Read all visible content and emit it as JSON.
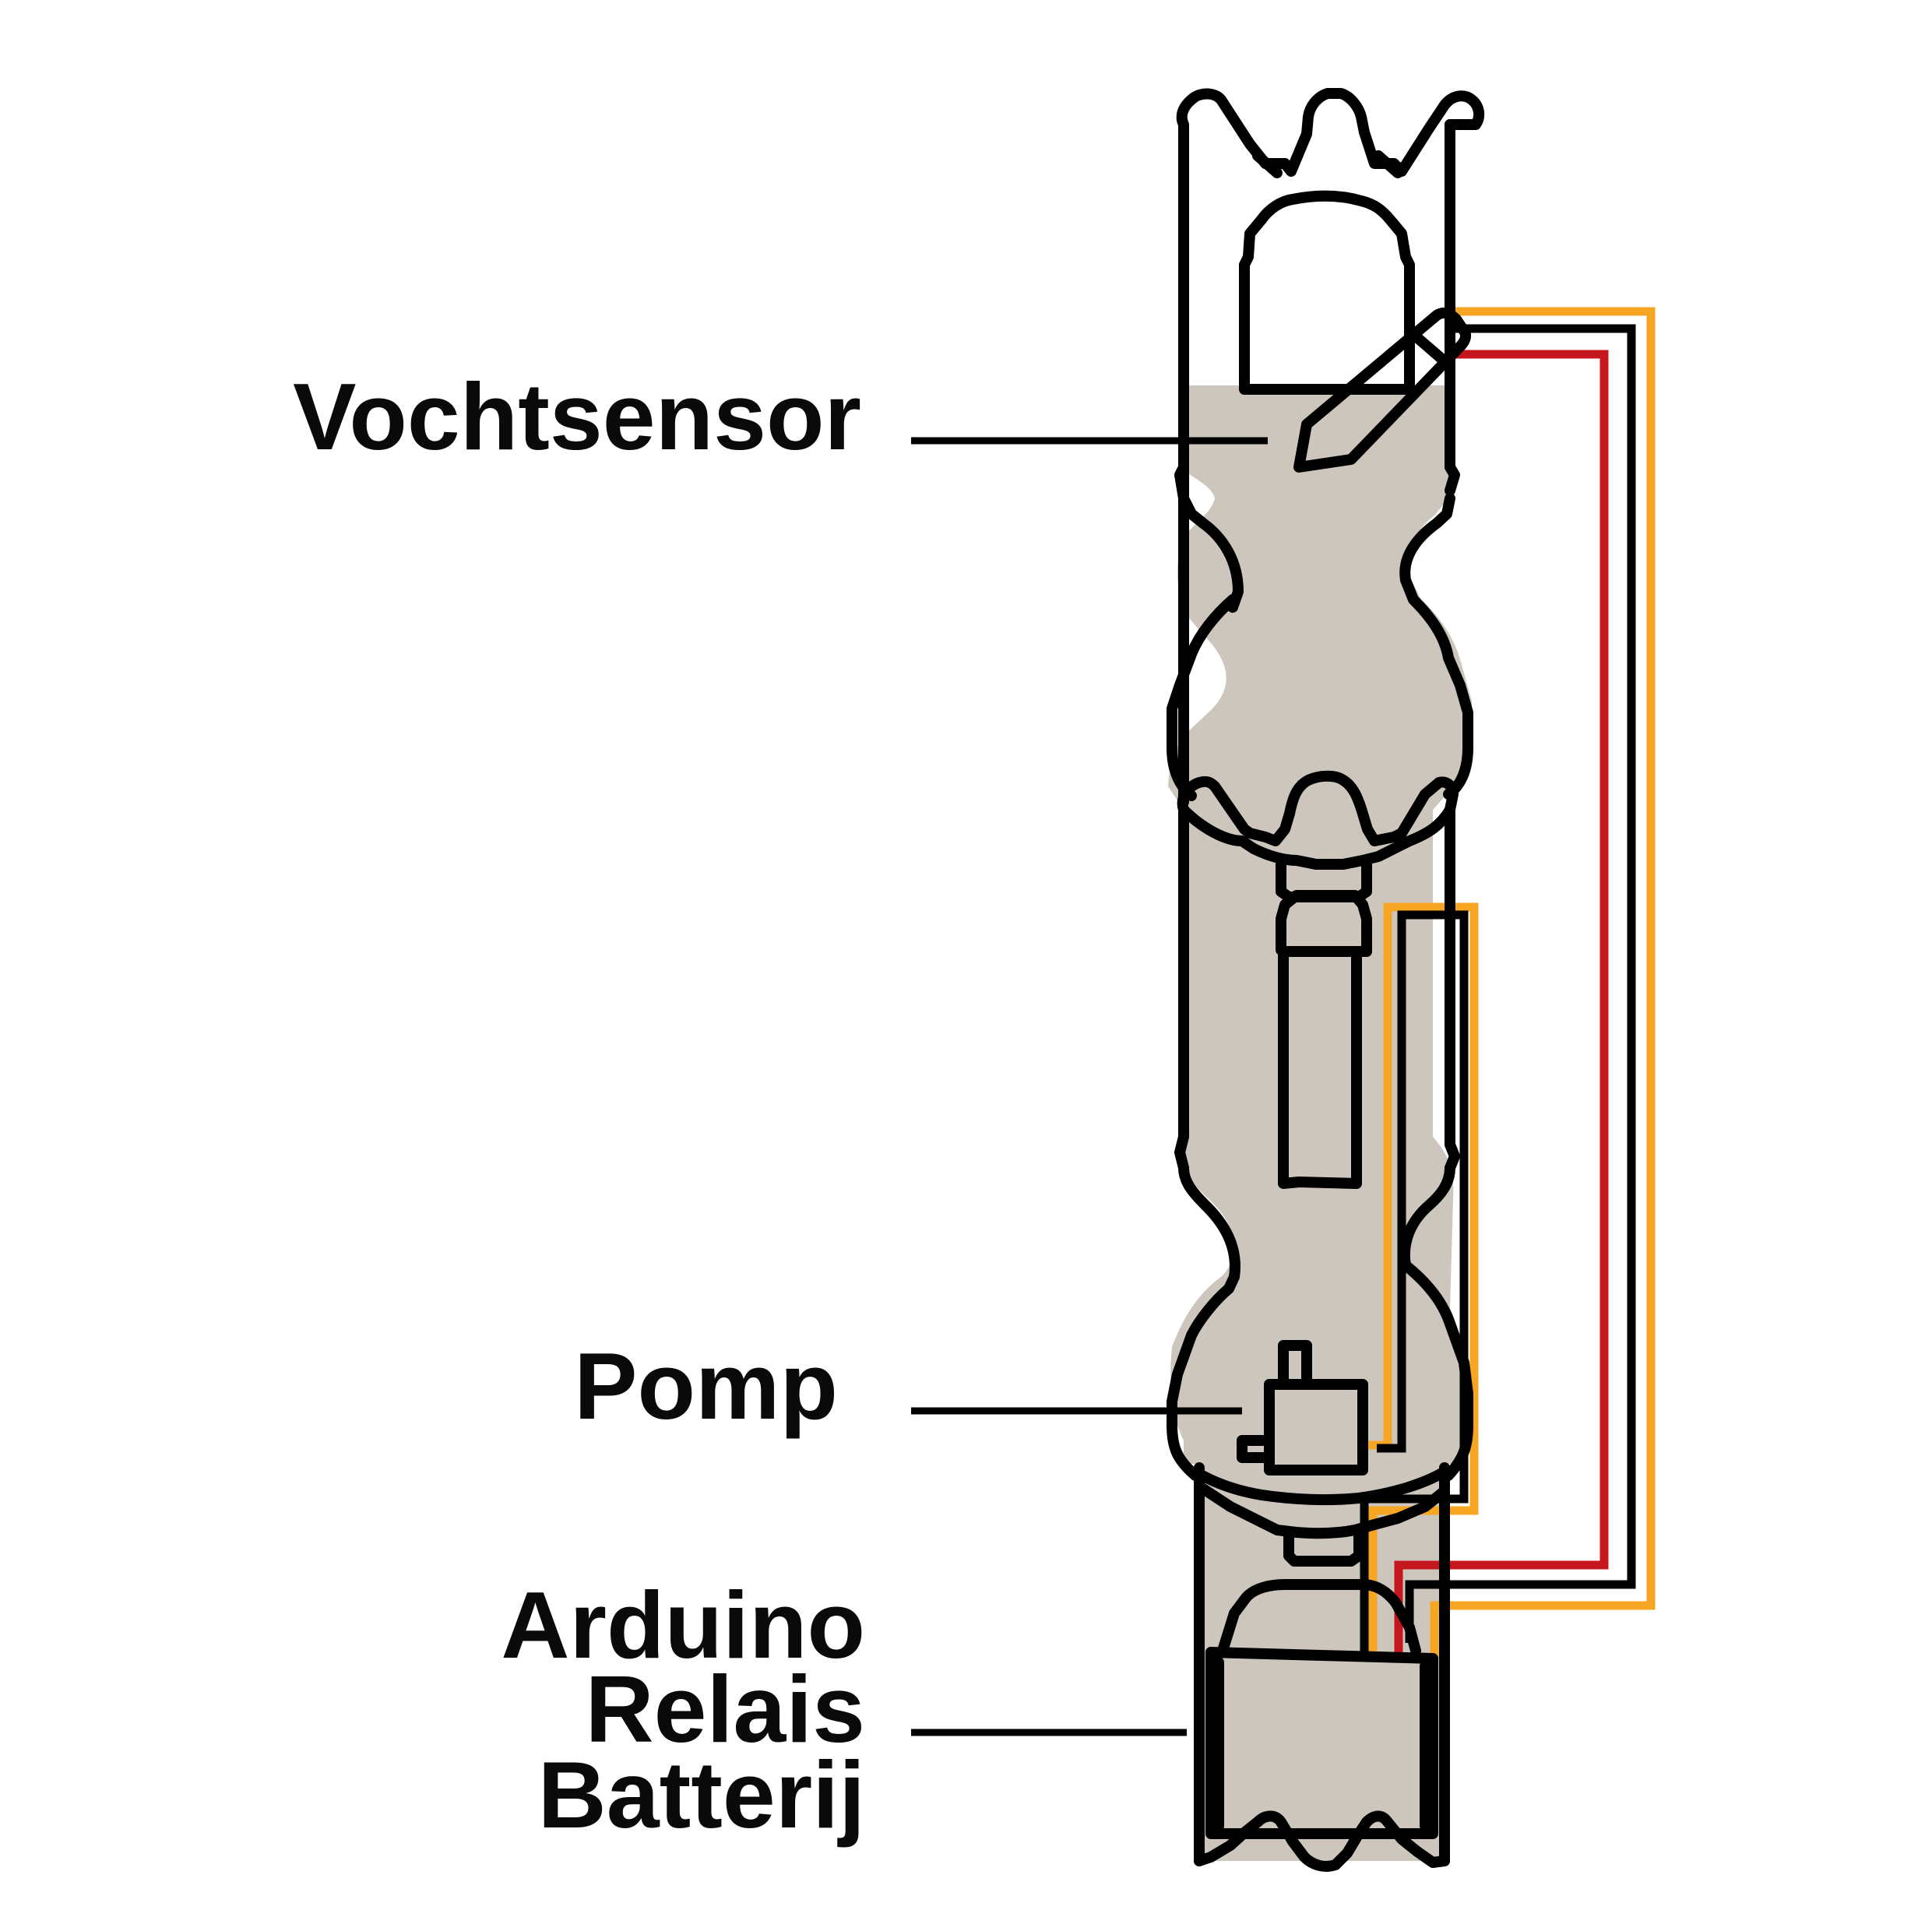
{
  "labels": {
    "sensor": "Vochtsensor",
    "pump": "Pomp",
    "electronics": [
      "Arduino",
      "Relais",
      "Batterij"
    ]
  },
  "colors": {
    "fill": "#cdc6bc",
    "outline": "#000000",
    "wire_orange": "#f6a623",
    "wire_red": "#c4161c",
    "wire_black": "#000000"
  }
}
